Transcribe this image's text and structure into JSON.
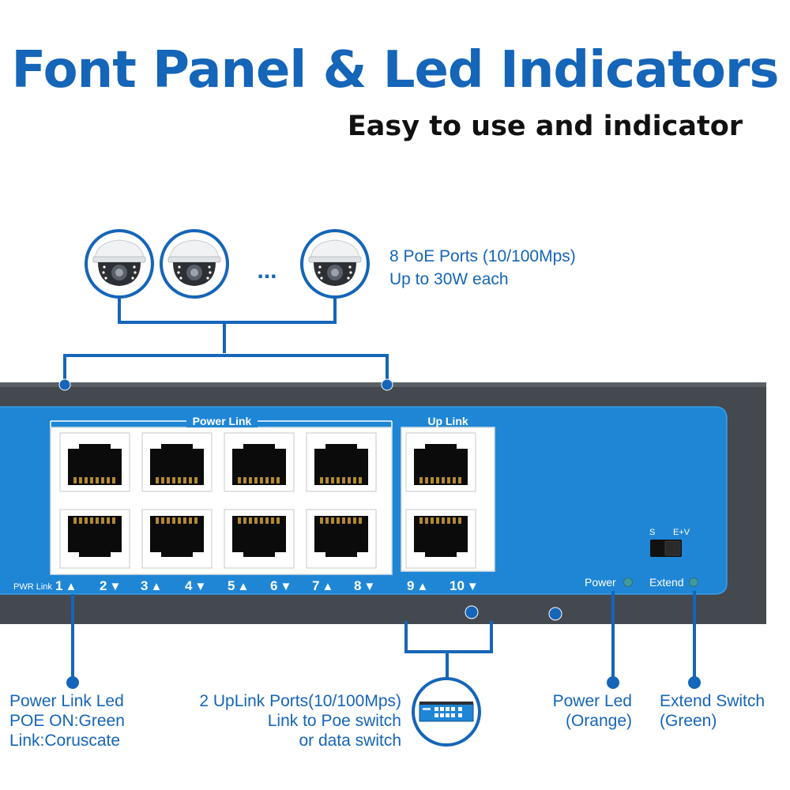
{
  "header": {
    "title": "Font Panel & Led Indicators",
    "subtitle": "Easy to use and indicator"
  },
  "poe_note": {
    "line1": "8 PoE Ports (10/100Mps)",
    "line2": "Up to 30W each"
  },
  "camera_ellipsis": "...",
  "panel": {
    "power_link_label": "Power Link",
    "up_link_label": "Up Link",
    "pwr_link_label": "PWR Link",
    "ports": [
      {
        "number": "1",
        "arrow": "▲"
      },
      {
        "number": "2",
        "arrow": "▼"
      },
      {
        "number": "3",
        "arrow": "▲"
      },
      {
        "number": "4",
        "arrow": "▼"
      },
      {
        "number": "5",
        "arrow": "▲"
      },
      {
        "number": "6",
        "arrow": "▼"
      },
      {
        "number": "7",
        "arrow": "▲"
      },
      {
        "number": "8",
        "arrow": "▼"
      },
      {
        "number": "9",
        "arrow": "▲"
      },
      {
        "number": "10",
        "arrow": "▼"
      }
    ],
    "switch_labels": {
      "s": "S",
      "ev": "E+V"
    },
    "power_led_label": "Power",
    "extend_led_label": "Extend"
  },
  "annotations": {
    "power_link_led": [
      "Power Link Led",
      "POE ON:Green",
      "Link:Coruscate"
    ],
    "uplink_ports": [
      "2 UpLink Ports(10/100Mps)",
      "Link to Poe switch",
      "or data switch"
    ],
    "power_led": [
      "Power Led",
      "(Orange)"
    ],
    "extend_switch": [
      "Extend Switch",
      "(Green)"
    ]
  },
  "colors": {
    "accent": "#1565b8",
    "panel_blue": "#1f86d6",
    "chassis": "#44484f",
    "led": "#3f9aa0"
  }
}
